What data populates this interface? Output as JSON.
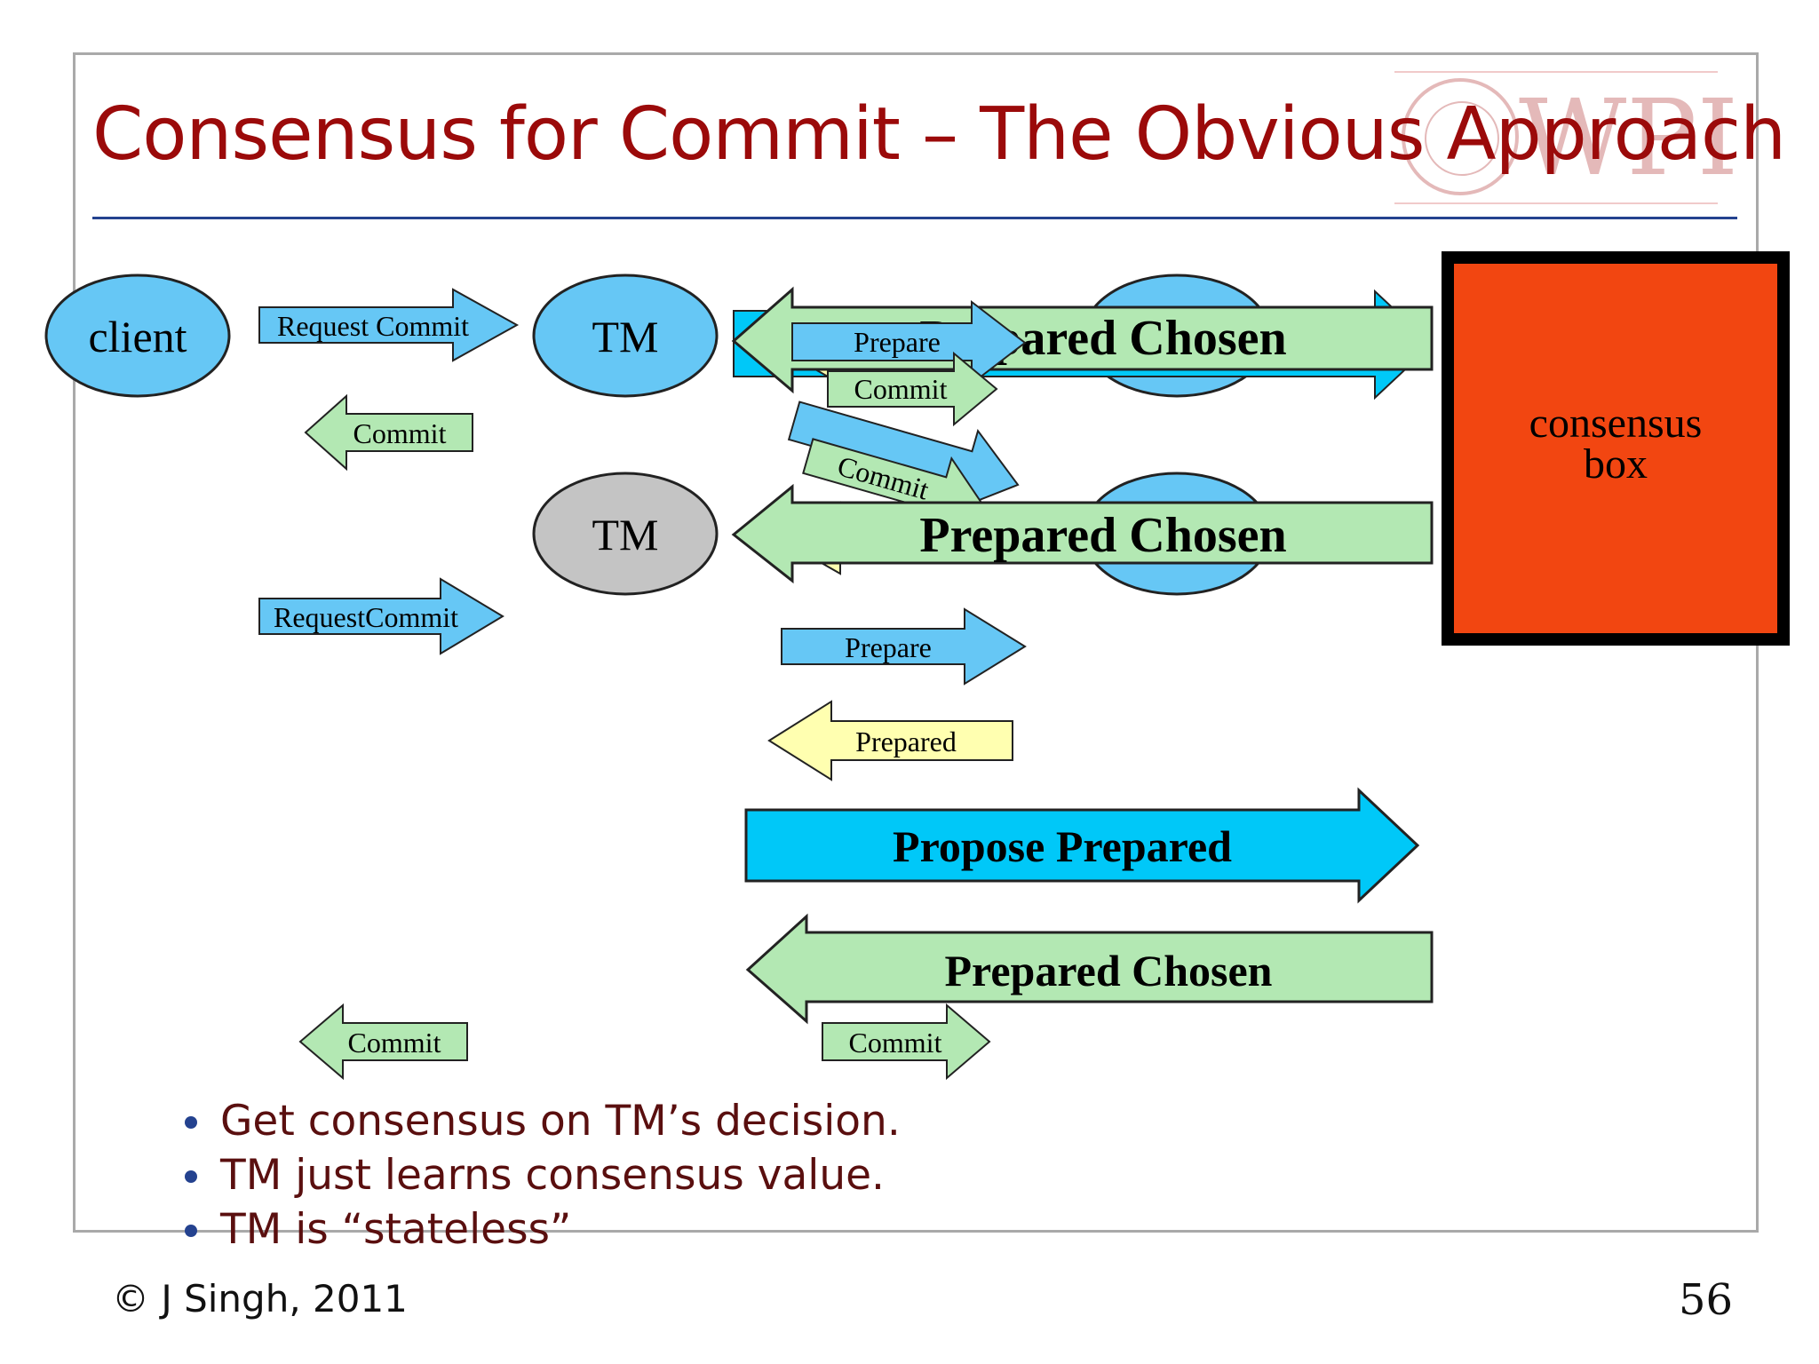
{
  "slide": {
    "title": "Consensus for Commit – The Obvious Approach",
    "logo_text": "WPI",
    "page_number": "56",
    "footer": "© J Singh, 2011"
  },
  "nodes": {
    "client": "client",
    "tm_active": "TM",
    "tm_stateless": "TM",
    "consensus_box": [
      "consensus",
      "box"
    ]
  },
  "messages": {
    "request_commit": "Request Commit",
    "commit_to_client_1": "Commit",
    "request_commit_2": "RequestCommit",
    "commit_to_client_2": "Commit",
    "prepare_top": "Prepare",
    "commit_top": "Commit",
    "commit_diag": "Commit",
    "prepare_mid": "Prepare",
    "prepared_mid": "Prepared",
    "propose_prepared": "Propose Prepared",
    "prepared_chosen_bottom": "Prepared Chosen",
    "commit_bottom": "Commit",
    "prepared_chosen_top": "Prepared Chosen",
    "prepared_chosen_mid": "Prepared Chosen"
  },
  "bullets": [
    "Get consensus on TM’s decision.",
    "TM just learns consensus value.",
    "TM is “stateless”"
  ],
  "colors": {
    "title": "#9b0a0a",
    "node_blue": "#66c7f5",
    "node_gray": "#c4c4c4",
    "arrow_blue": "#66c7f5",
    "arrow_cyan": "#00c8f8",
    "arrow_green": "#b3e8b3",
    "arrow_yellow": "#ffffb0",
    "consensus_box": "#f24611",
    "bullet_text": "#5a0f0f",
    "rule": "#24428f"
  }
}
